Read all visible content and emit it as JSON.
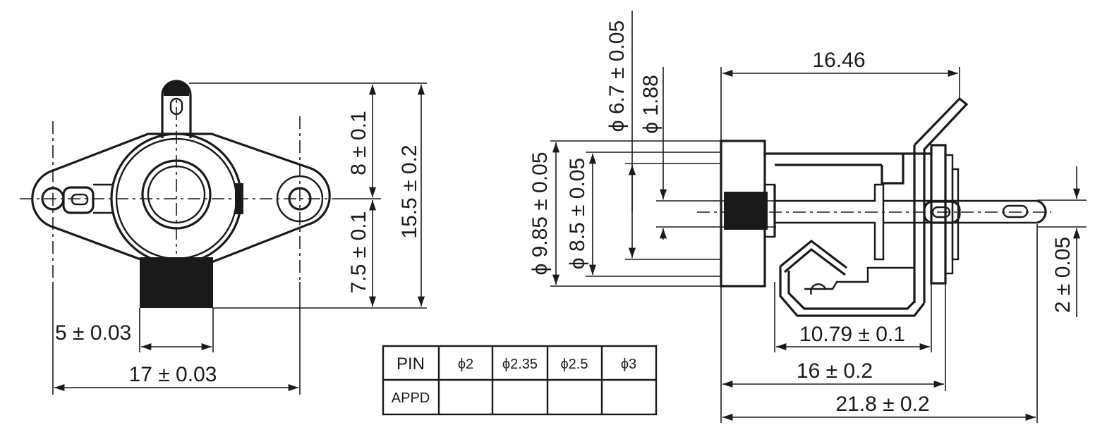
{
  "front_view": {
    "dim_width_slot": "5 ± 0.03",
    "dim_width_total": "17 ± 0.03",
    "dim_height_upper": "8 ± 0.1",
    "dim_height_lower": "7.5 ± 0.1",
    "dim_height_total": "15.5 ± 0.2"
  },
  "side_view": {
    "dim_outer_dia": "ϕ 9.85 ± 0.05",
    "dim_mid_dia": "ϕ 8.5 ± 0.05",
    "dim_bore_dia": "ϕ 6.7 ± 0.05",
    "dim_pin_dia": "ϕ 1.88",
    "dim_top_length": "16.46",
    "dim_contact_length": "10.79 ± 0.1",
    "dim_body_length": "16 ± 0.2",
    "dim_total_length": "21.8 ± 0.2",
    "dim_lug_height": "2 ± 0.05"
  },
  "pin_table": {
    "row1": [
      "PIN",
      "ϕ2",
      "ϕ2.35",
      "ϕ2.5",
      "ϕ3"
    ],
    "row2": [
      "APPD",
      "",
      "",
      "",
      ""
    ]
  }
}
